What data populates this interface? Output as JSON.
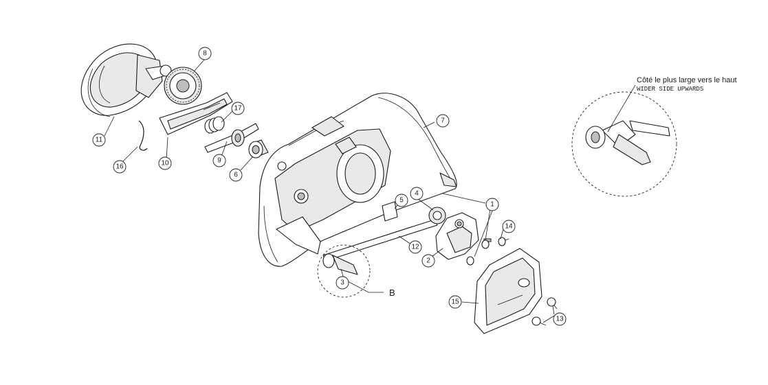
{
  "callouts": [
    "8",
    "17",
    "7",
    "11",
    "10",
    "9",
    "6",
    "16",
    "5",
    "4",
    "1",
    "14",
    "12",
    "2",
    "3",
    "15",
    "13"
  ],
  "detail_letter": "B",
  "note": {
    "french": "Côté le plus large vers le haut",
    "english": "WIDER SIDE UPWARDS"
  }
}
